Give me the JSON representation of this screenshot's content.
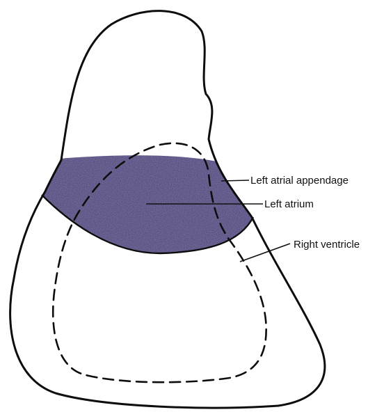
{
  "labels": {
    "left_atrial_appendage": "Left atrial appendage",
    "left_atrium": "Left atrium",
    "right_ventricle": "Right ventricle"
  },
  "colors": {
    "shaded_region": "#3e3470",
    "outline": "#0d0d0d",
    "background": "#ffffff"
  }
}
